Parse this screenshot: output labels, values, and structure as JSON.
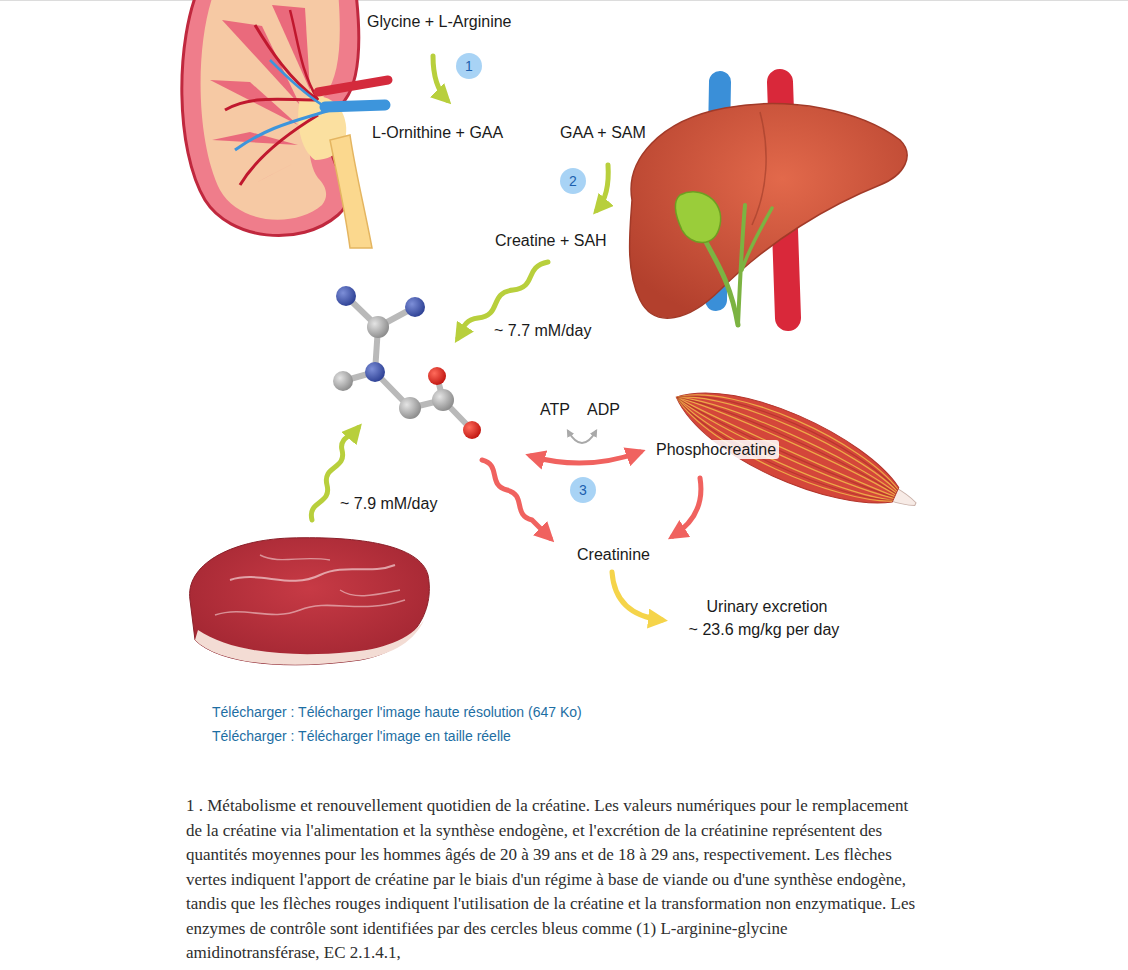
{
  "diagram": {
    "caption": "1 . Métabolisme et renouvellement quotidien de la créatine. Les valeurs numériques pour le remplacement de la créatine via l'alimentation et la synthèse endogène, et l'excrétion de la créatinine représentent des quantités moyennes pour les hommes âgés de 20 à 39 ans et de 18 à 29 ans, respectivement. Les flèches vertes indiquent l'apport de créatine par le biais d'un régime à base de viande ou d'une synthèse endogène, tandis que les flèches rouges indiquent l'utilisation de la créatine et la transformation non enzymatique. Les enzymes de contrôle sont identifiées par des cercles bleus comme (1) L-arginine-glycine amidinotransférase, EC 2.1.4.1,",
    "nodes": [
      {
        "text": [
          "1"
        ]
      },
      {
        "text": [
          "2"
        ]
      },
      {
        "text": [
          "3"
        ]
      }
    ],
    "labels": [
      "Glycine + L-Arginine",
      "L-Ornithine + GAA",
      "GAA + SAM",
      "Creatine + SAH",
      "~ 7.7 mM/day",
      "~ 7.9 mM/day",
      "ATP",
      "ADP",
      "Phosphocreatine",
      "Creatinine",
      "Urinary excretion",
      "~ 23.6 mg/kg per day",
      "Télécharger : Télécharger l'image haute résolution (647 Ko)",
      "Télécharger : Télécharger l'image en taille réelle"
    ]
  }
}
